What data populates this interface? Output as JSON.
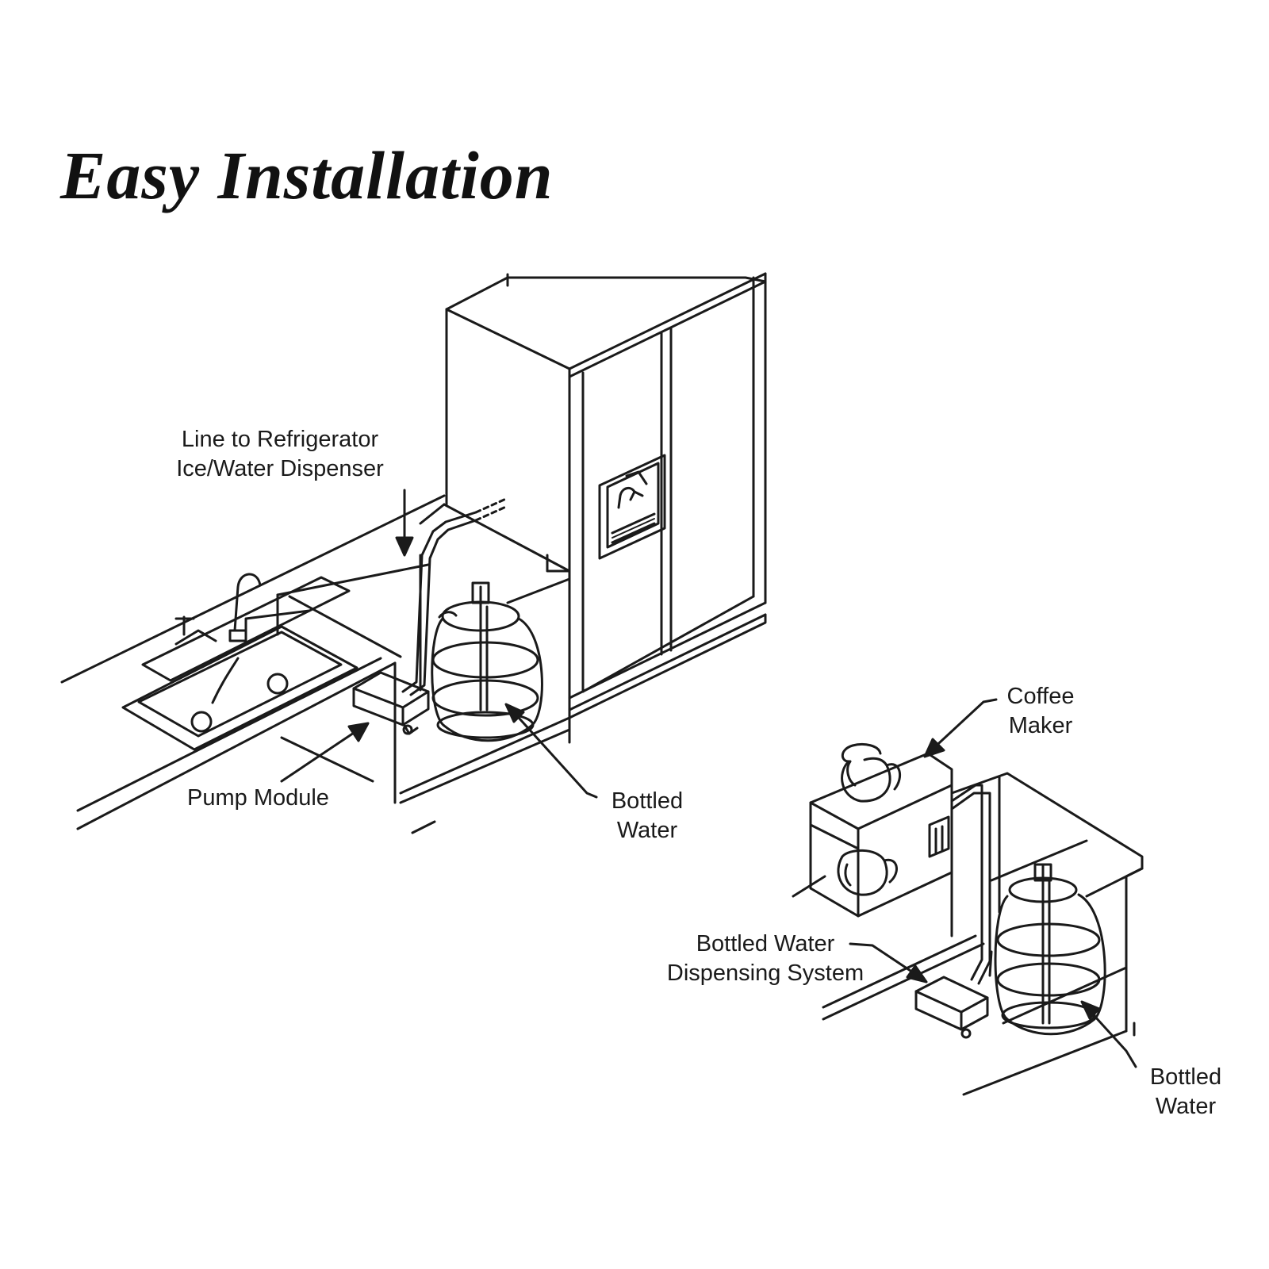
{
  "title": "Easy Installation",
  "labels": {
    "line_to_refrigerator": [
      "Line to Refrigerator",
      "Ice/Water Dispenser"
    ],
    "pump_module": "Pump Module",
    "bottled_water_1": [
      "Bottled",
      "Water"
    ],
    "coffee_maker": [
      "Coffee",
      "Maker"
    ],
    "bottled_water_dispensing_system": [
      "Bottled Water",
      "Dispensing System"
    ],
    "bottled_water_2": [
      "Bottled",
      "Water"
    ]
  },
  "colors": {
    "ink": "#1a1a1a",
    "background": "#ffffff"
  }
}
